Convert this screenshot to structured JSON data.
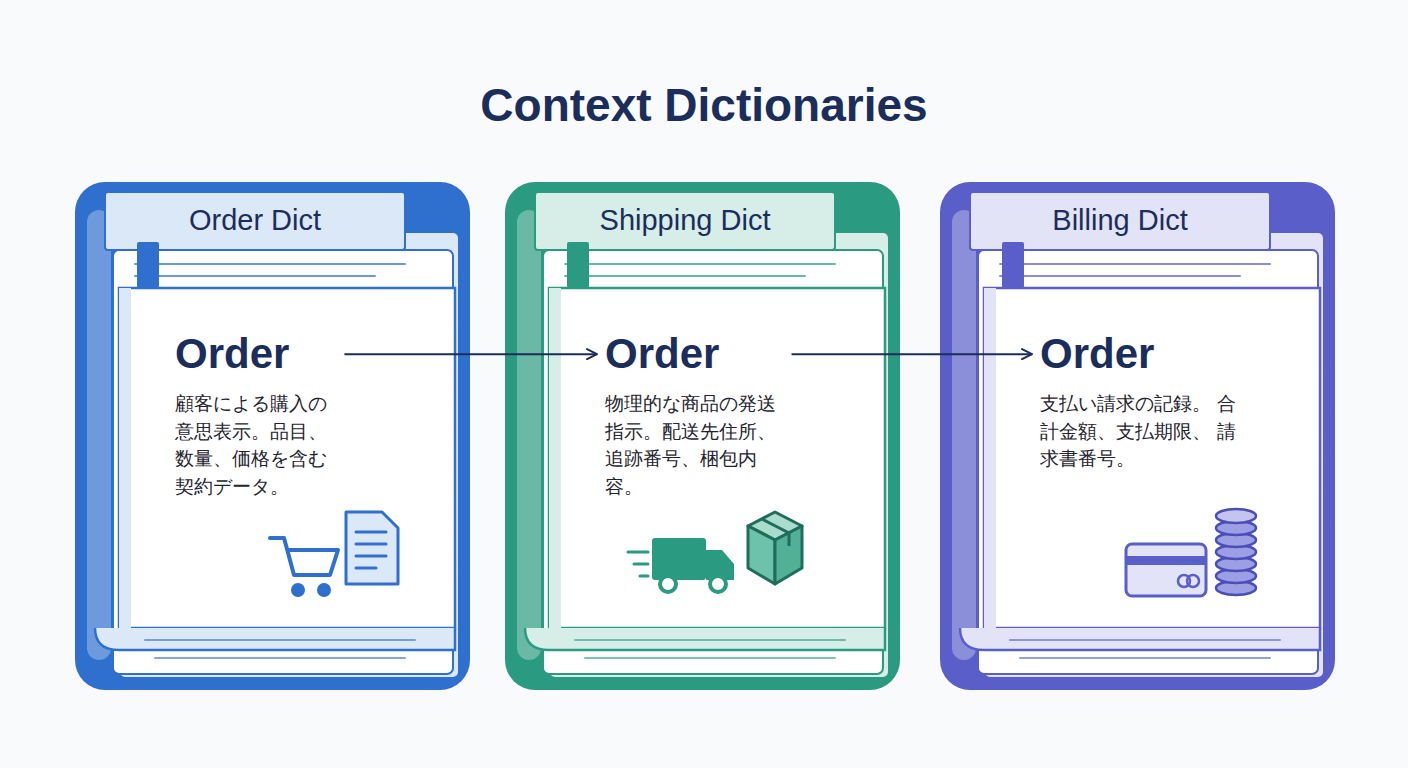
{
  "diagram": {
    "title": "Context Dictionaries",
    "nodes": [
      {
        "text": [
          "Order Dict"
        ]
      },
      {
        "text": [
          "Order",
          "顧客による購入の 意思表示。品目、 数量、価格を含む 契約データ。"
        ],
        "in": 0
      },
      {
        "text": [
          "Shipping Dict"
        ]
      },
      {
        "text": [
          "Order",
          "物理的な商品の発送 指示。配送先住所、 追跡番号、梱包内 容。"
        ],
        "in": 2
      },
      {
        "text": [
          "Billing Dict"
        ]
      },
      {
        "text": [
          "Order",
          "支払い請求の記録。 合計金額、支払期限、 請求書番号。"
        ],
        "in": 4
      }
    ],
    "edges": [
      {
        "from": 1,
        "to": 3,
        "arrow": "to"
      },
      {
        "from": 3,
        "to": 5,
        "arrow": "to"
      }
    ]
  }
}
